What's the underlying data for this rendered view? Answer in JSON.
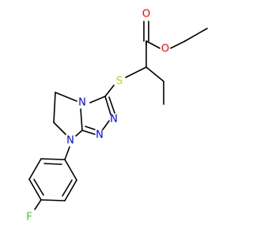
{
  "molecule": {
    "atoms": [
      {
        "id": "O_ether",
        "label": "O",
        "color": "#ff0000"
      },
      {
        "id": "O_carbonyl",
        "label": "O",
        "color": "#ff0000"
      },
      {
        "id": "S",
        "label": "S",
        "color": "#cccc00"
      },
      {
        "id": "N4",
        "label": "N",
        "color": "#0000ff"
      },
      {
        "id": "N2",
        "label": "N",
        "color": "#0000ff"
      },
      {
        "id": "N1",
        "label": "N",
        "color": "#0000ff"
      },
      {
        "id": "N7",
        "label": "N",
        "color": "#0000ff"
      },
      {
        "id": "F",
        "label": "F",
        "color": "#33cc33"
      }
    ],
    "bond_color": "#000000"
  }
}
